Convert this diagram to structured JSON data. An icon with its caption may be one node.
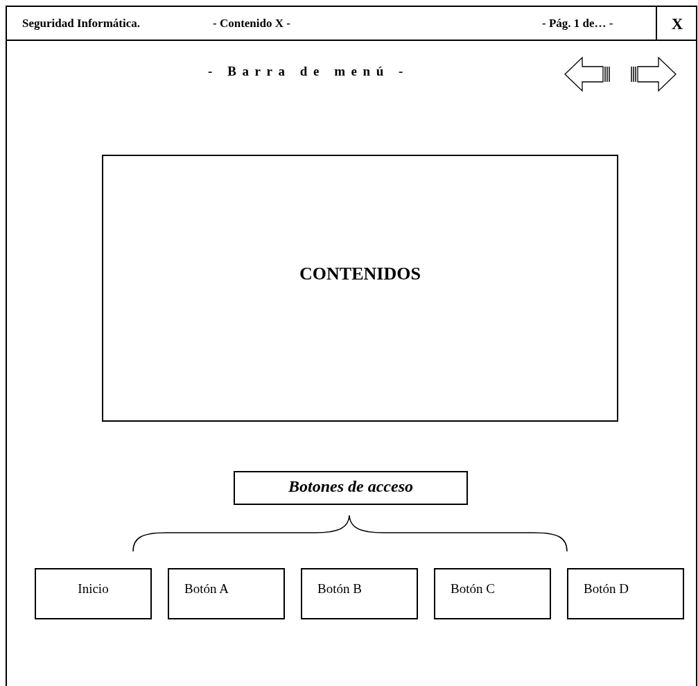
{
  "diagram": {
    "nodes": [
      {
        "text": [],
        "shape": "box"
      },
      {
        "text": [
          "Seguridad Informática.",
          "- Contenido X -",
          "- Pág. 1 de… -"
        ],
        "in": 0
      },
      {
        "text": [
          "X"
        ],
        "in": 1
      },
      {
        "text": [
          "CONTENIDOS"
        ],
        "in": 0
      },
      {
        "text": [
          "Botones de acceso"
        ],
        "in": 0
      },
      {
        "text": [
          "Inicio"
        ],
        "in": 0
      },
      {
        "text": [
          "Botón A"
        ],
        "in": 0
      },
      {
        "text": [
          "Botón B"
        ],
        "in": 0
      },
      {
        "text": [
          "Botón C"
        ],
        "in": 0
      },
      {
        "text": [
          "Botón D"
        ],
        "in": 0
      }
    ],
    "edges": [],
    "labels": [
      "- Barra de menú -"
    ]
  }
}
